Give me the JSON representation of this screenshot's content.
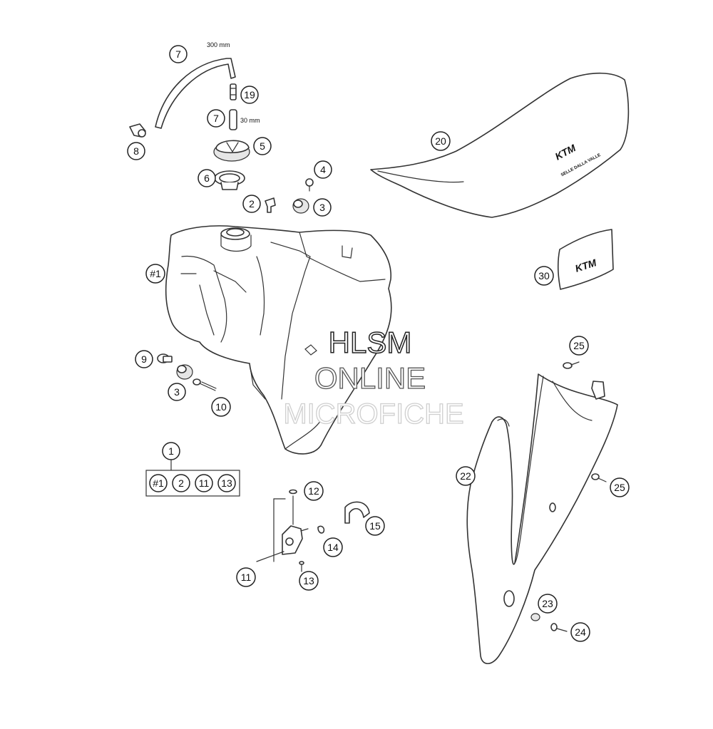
{
  "callouts": {
    "c7a": "7",
    "c19": "19",
    "c7b": "7",
    "c5": "5",
    "c8": "8",
    "c6": "6",
    "c4": "4",
    "c2": "2",
    "c3a": "3",
    "c20": "20",
    "c30": "30",
    "cH1": "#1",
    "c9": "9",
    "c3b": "3",
    "c10": "10",
    "c25a": "25",
    "c22": "22",
    "c25b": "25",
    "c1": "1",
    "c12": "12",
    "c15": "15",
    "c14": "14",
    "c11": "11",
    "c13": "13",
    "c23": "23",
    "c24": "24"
  },
  "kit": {
    "parts": [
      "#1",
      "2",
      "11",
      "13"
    ]
  },
  "dimensions": {
    "hose_long": "300 mm",
    "hose_short": "30 mm"
  },
  "seat_text": {
    "brand": "KTM",
    "subtitle": "SELLE DALLA VALLE"
  },
  "cover_text": {
    "brand": "KTM"
  },
  "watermark": {
    "line1": "HLSM",
    "line2": "ONLINE",
    "line3": "MICROFICHE"
  }
}
